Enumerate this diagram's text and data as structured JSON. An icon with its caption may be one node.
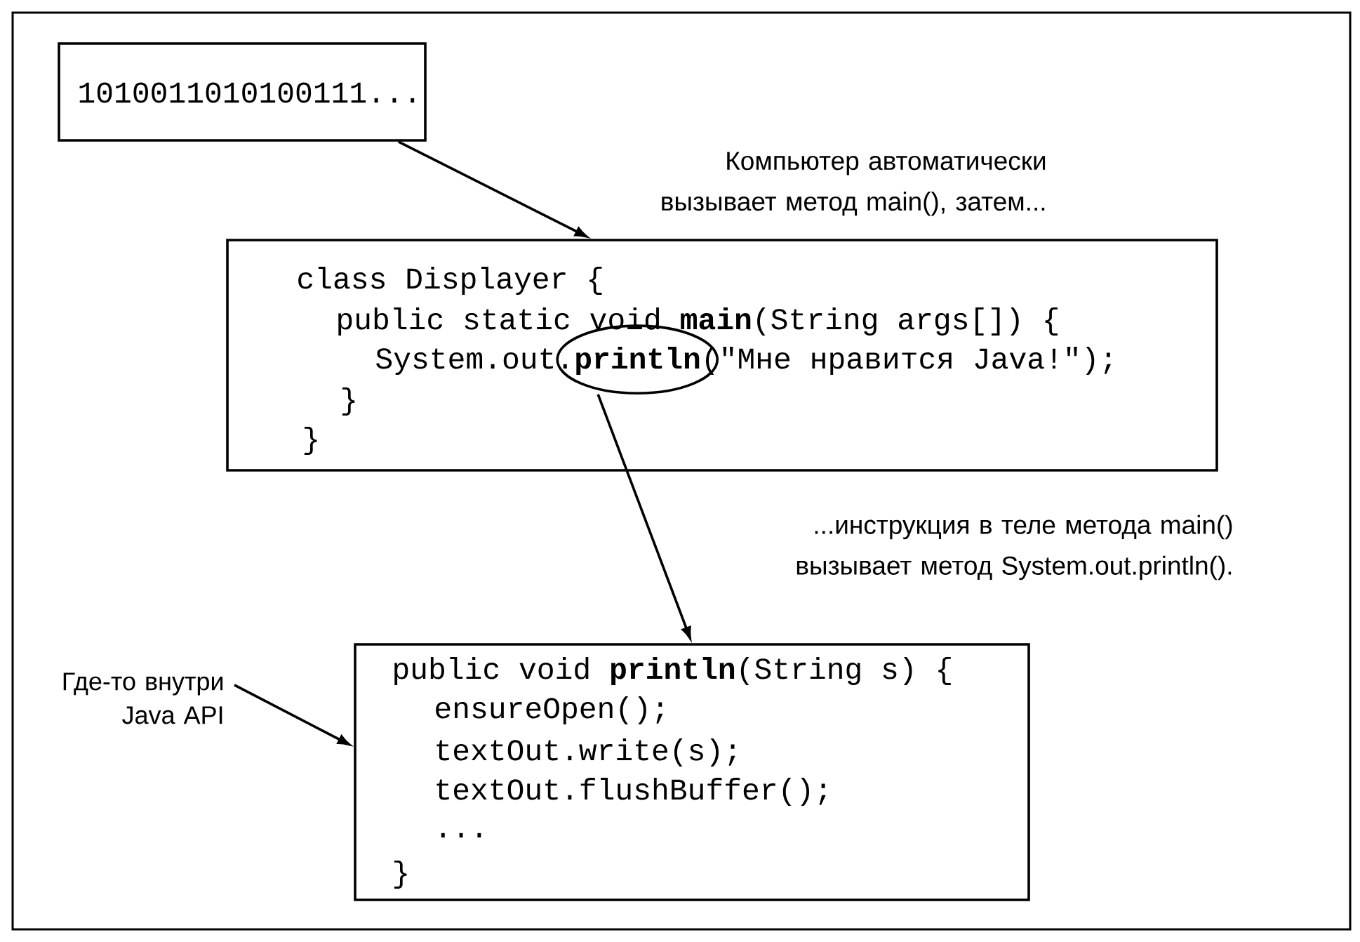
{
  "diagram": {
    "nodes": [
      {
        "text": [
          "1010011010100111..."
        ]
      },
      {
        "text": [
          "class Displayer {",
          "public static void **main**(String args[]) {",
          "System.out.**println**(\"Мне нравится Java!\");",
          "}",
          "}"
        ]
      },
      {
        "text": [],
        "shape": "circle",
        "in": 1
      },
      {
        "text": [
          "public void **println**(String s) {",
          "ensureOpen();",
          "textOut.write(s);",
          "textOut.flushBuffer();",
          "...",
          "}"
        ]
      },
      {
        "text": [
          "Где-то внутри Java API"
        ]
      }
    ],
    "edges": [
      {
        "from": 0,
        "to": 1,
        "arrow": "to",
        "label": "Компьютер автоматически вызывает метод main(), затем..."
      },
      {
        "from": 2,
        "to": 3,
        "arrow": "to",
        "label": "...инструкция в теле метода main() вызывает метод System.out.println()."
      },
      {
        "from": 4,
        "to": 3,
        "arrow": "to"
      }
    ]
  }
}
